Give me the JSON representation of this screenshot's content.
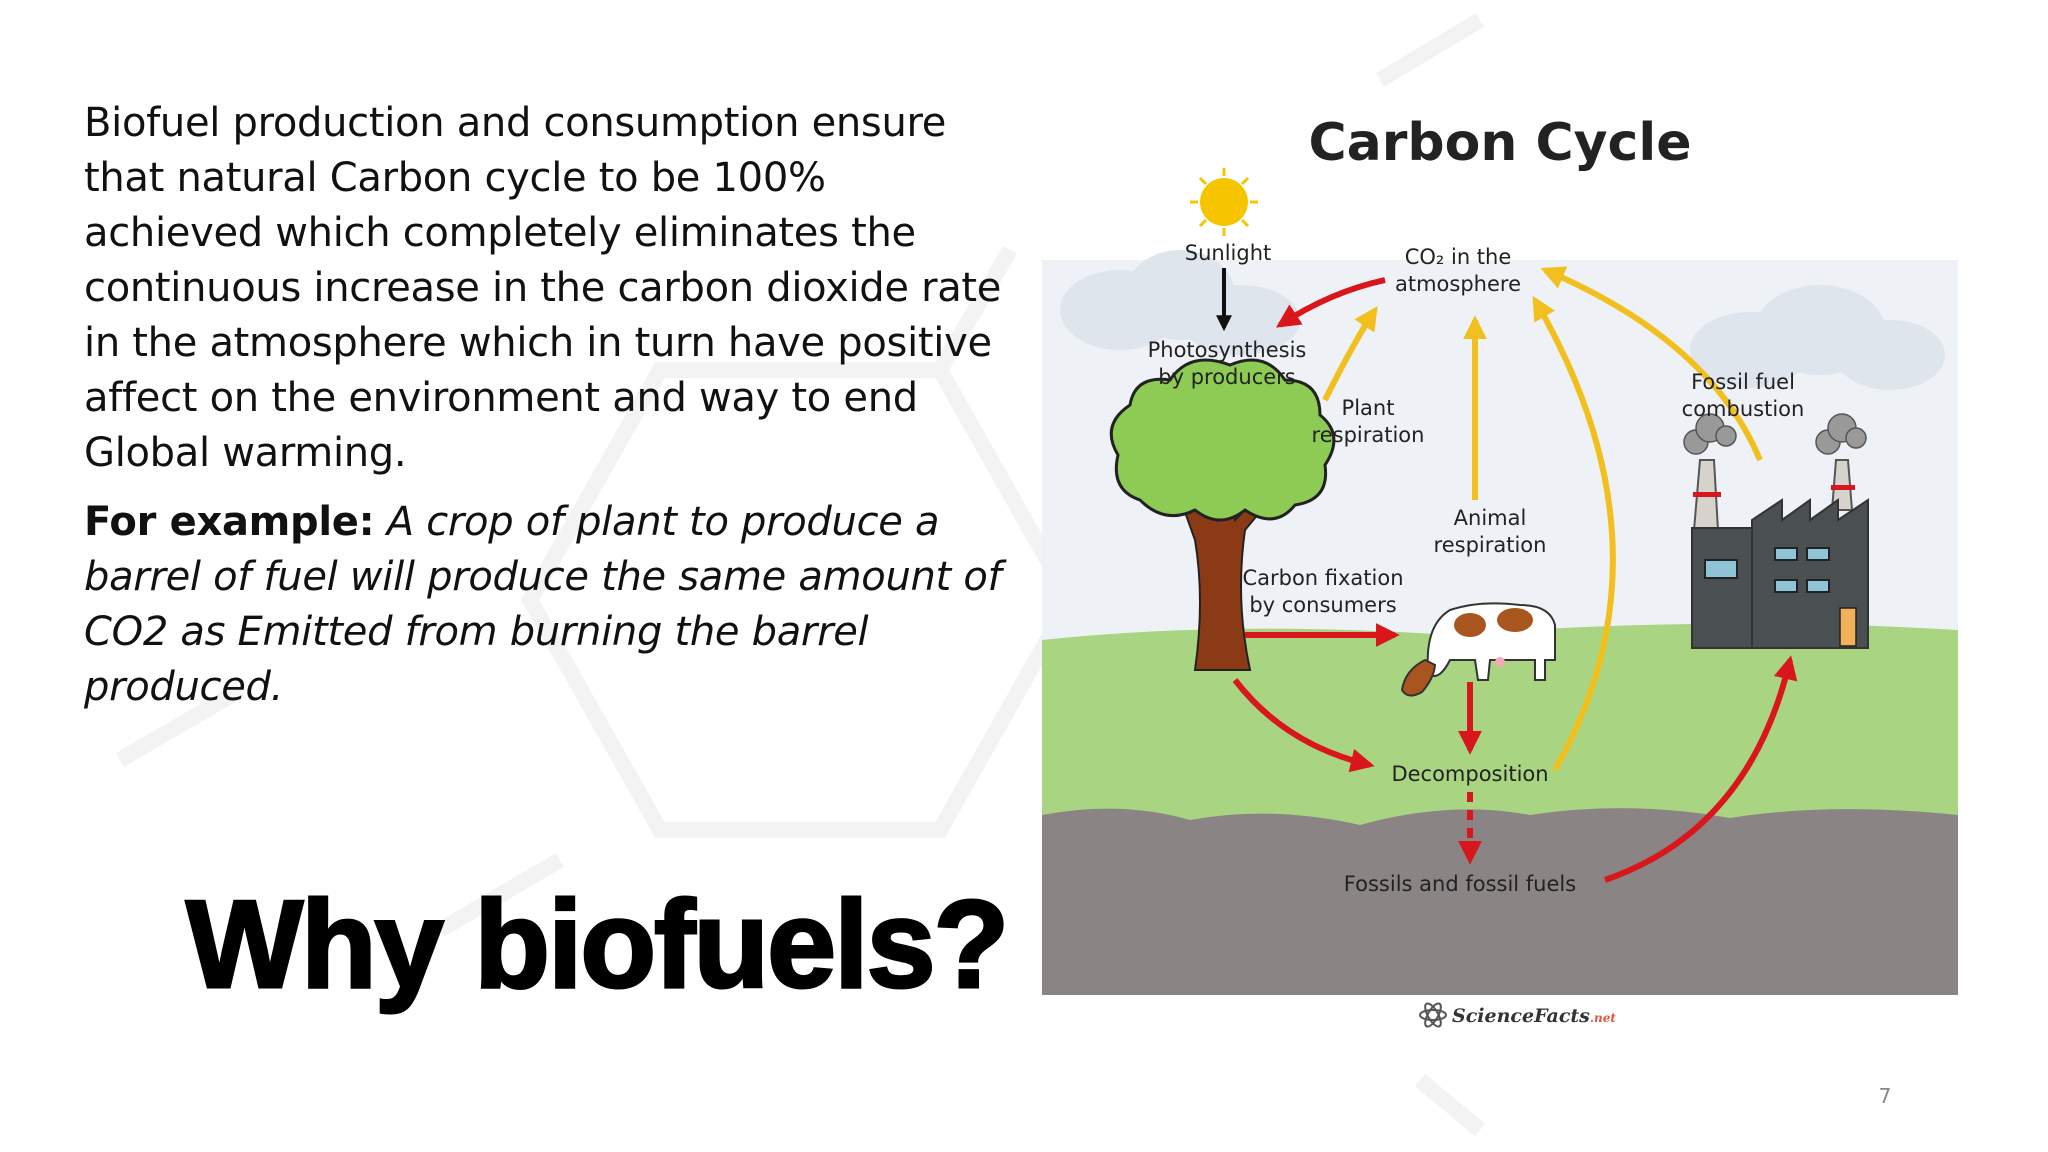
{
  "slide": {
    "paragraph": "Biofuel production and consumption ensure that natural  Carbon cycle to be 100% achieved which completely  eliminates the continuous increase in the carbon dioxide rate in the atmosphere which in turn have positive affect on the environment and way to end Global warming.",
    "example_label": "For example:",
    "example_text": " A crop of plant to produce  a barrel of fuel will produce the same amount of CO2 as Emitted from burning the barrel produced.",
    "title": "Why biofuels?",
    "page_number": "7"
  },
  "diagram": {
    "title": "Carbon Cycle",
    "labels": {
      "sunlight": "Sunlight",
      "co2_line1": "CO₂ in the",
      "co2_line2": "atmosphere",
      "photosynthesis_line1": "Photosynthesis",
      "photosynthesis_line2": "by producers",
      "plant_resp_line1": "Plant",
      "plant_resp_line2": "respiration",
      "fossil_comb_line1": "Fossil fuel",
      "fossil_comb_line2": "combustion",
      "animal_resp_line1": "Animal",
      "animal_resp_line2": "respiration",
      "carbon_fix_line1": "Carbon fixation",
      "carbon_fix_line2": "by consumers",
      "decomposition": "Decomposition",
      "fossils": "Fossils and fossil fuels"
    },
    "credit": "ScienceFacts",
    "credit_suffix": ".net",
    "colors": {
      "sky": "#eef2f6",
      "grass": "#a9d583",
      "ground": "#8a8584",
      "red_arrow": "#d9161b",
      "yellow_arrow": "#f2c01e",
      "tree_leaves": "#8ecb55",
      "trunk": "#8a3b16",
      "factory": "#4a4f52",
      "sun": "#f7c500"
    }
  }
}
